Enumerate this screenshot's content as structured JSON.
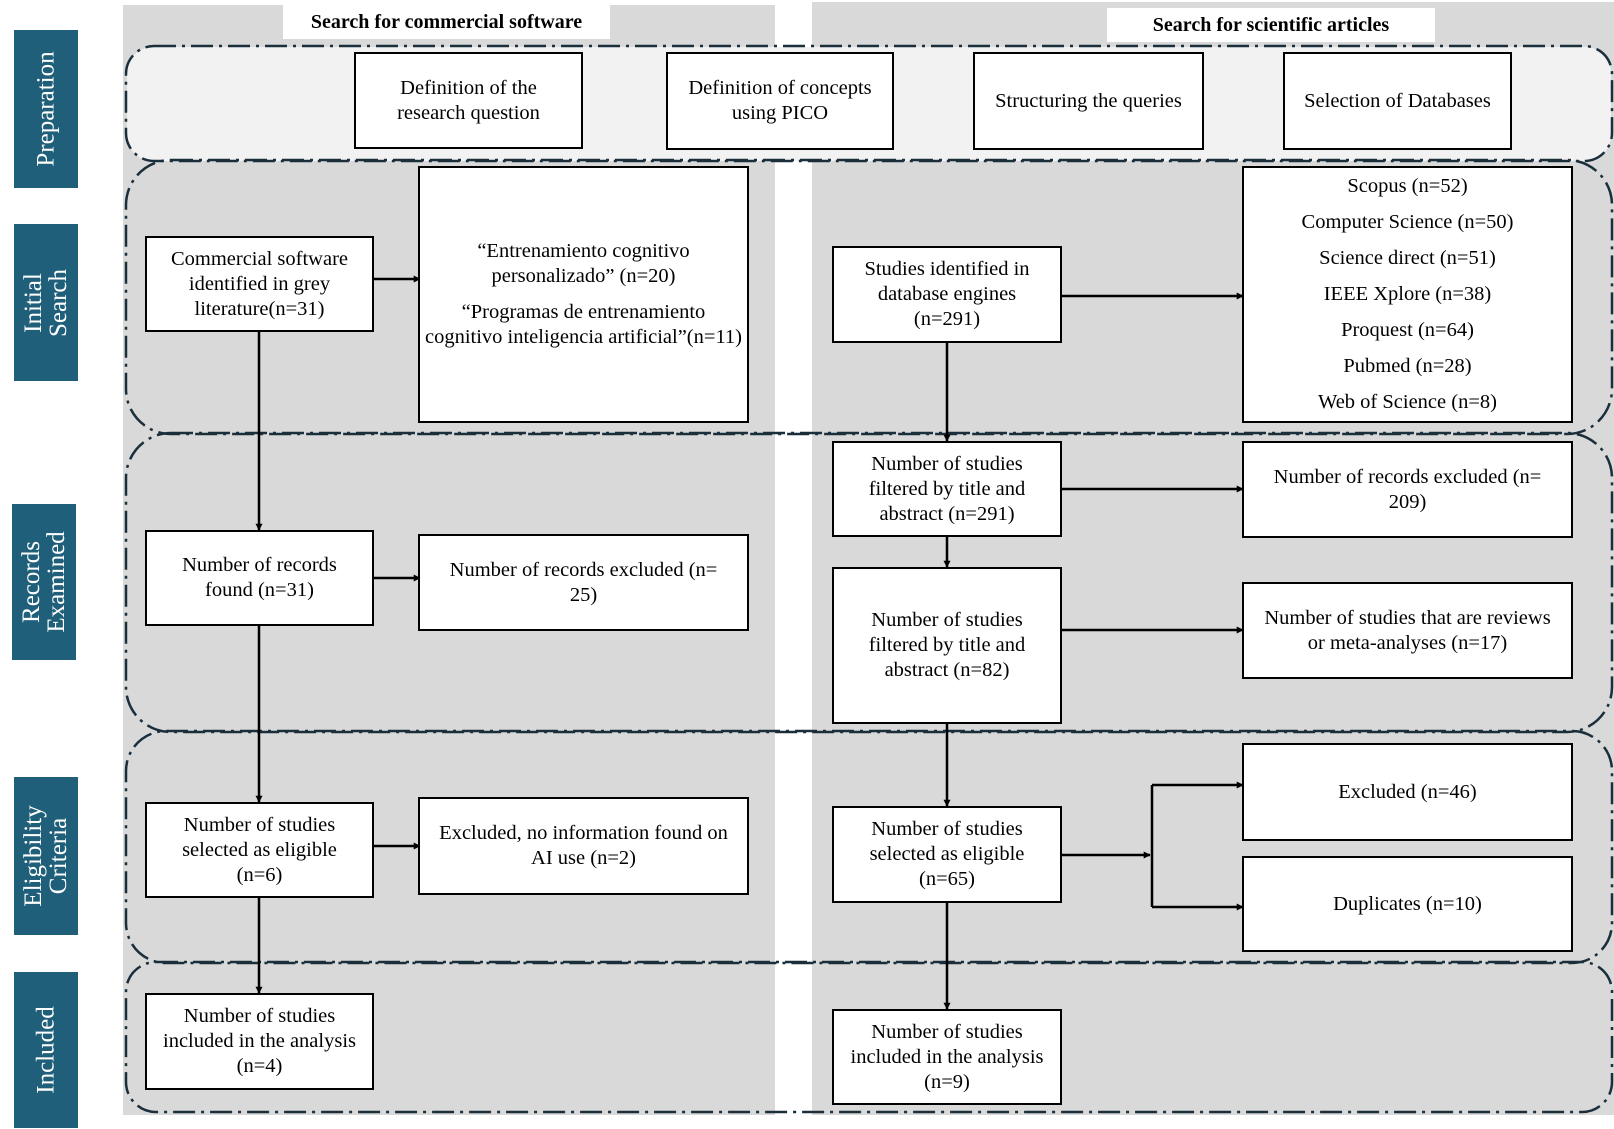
{
  "headers": {
    "commercial": "Search for commercial software",
    "scientific": "Search for scientific articles"
  },
  "stages": {
    "preparation": "Preparation",
    "initial_search": "Initial\nSearch",
    "records_examined": "Records\nExamined",
    "eligibility": "Eligibility\nCriteria",
    "included": "Included"
  },
  "preparation": {
    "research_question": "Definition of the\nresearch question",
    "pico": "Definition of concepts\nusing PICO",
    "queries": "Structuring the queries",
    "databases": "Selection of Databases"
  },
  "commercial": {
    "identified": "Commercial software\nidentified in grey\nliterature(n=31)",
    "search_terms": [
      "“Entrenamiento cognitivo personalizado” (n=20)",
      "“Programas de entrenamiento cognitivo inteligencia artificial”(n=11)"
    ],
    "records_found": "Number of records\nfound (n=31)",
    "records_excluded": "Number of records excluded (n=\n25)",
    "eligible": "Number of studies\nselected as eligible\n(n=6)",
    "excluded_no_ai": "Excluded, no information found on\nAI use (n=2)",
    "included": "Number of studies\nincluded in the analysis\n(n=4)"
  },
  "scientific": {
    "identified": "Studies identified in\ndatabase engines\n(n=291)",
    "databases": [
      "Scopus (n=52)",
      "Computer Science (n=50)",
      "Science direct (n=51)",
      "IEEE Xplore (n=38)",
      "Proquest (n=64)",
      "Pubmed (n=28)",
      "Web of Science (n=8)"
    ],
    "filtered_291": "Number of studies\nfiltered by title and\nabstract (n=291)",
    "records_excluded": "Number of records excluded (n=\n209)",
    "filtered_82": "Number of studies\nfiltered by title and\nabstract (n=82)",
    "reviews": "Number of studies that are reviews\nor meta-analyses (n=17)",
    "eligible": "Number of studies\nselected as eligible\n(n=65)",
    "excluded": "Excluded (n=46)",
    "duplicates": "Duplicates (n=10)",
    "included": "Number of studies\nincluded in the analysis\n(n=9)"
  },
  "colors": {
    "stage_tab": "#1f5f7a",
    "column_bg": "#d9d9d9",
    "prep_band": "#f2f2f2",
    "dashed_border": "#1a2e3b"
  }
}
